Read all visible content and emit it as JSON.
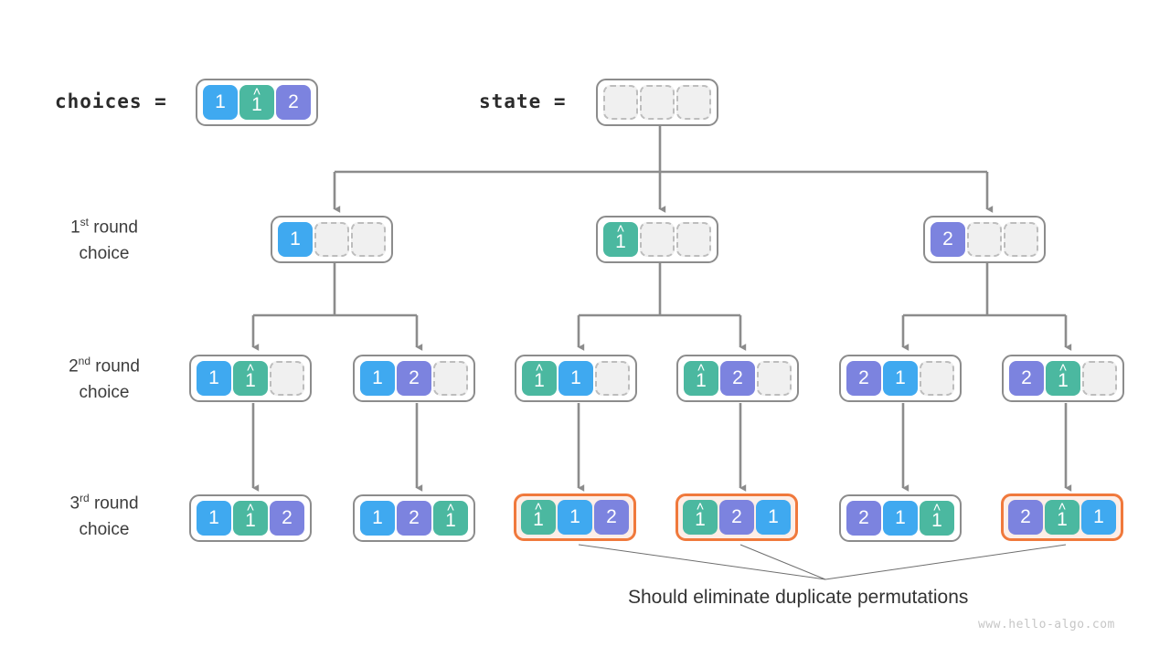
{
  "figure": {
    "watermark": "www.hello-algo.com",
    "annotation": "Should eliminate duplicate permutations",
    "colors": {
      "blue": "#3fa9f0",
      "green": "#4bb8a0",
      "purple": "#7c83df",
      "empty_fill": "#f0f0f0",
      "empty_border": "#bdbdbd",
      "node_border": "#8c8c8c",
      "highlight_border": "#f0793c",
      "highlight_fill": "#fdeee7",
      "arrow": "#8c8c8c",
      "callout_line": "#8c8c8c"
    }
  },
  "header": {
    "choices_label": "choices =",
    "state_label": "state =",
    "choices_cells": [
      {
        "text": "1",
        "color": "blue",
        "hat": false
      },
      {
        "text": "1",
        "color": "green",
        "hat": true
      },
      {
        "text": "2",
        "color": "purple",
        "hat": false
      }
    ],
    "state_cells": [
      {
        "text": "",
        "color": "empty",
        "hat": false
      },
      {
        "text": "",
        "color": "empty",
        "hat": false
      },
      {
        "text": "",
        "color": "empty",
        "hat": false
      }
    ]
  },
  "rows": [
    {
      "caption_main": "1",
      "caption_ordinal": "st",
      "caption_rest": " round",
      "caption_line2": "choice"
    },
    {
      "caption_main": "2",
      "caption_ordinal": "nd",
      "caption_rest": " round",
      "caption_line2": "choice"
    },
    {
      "caption_main": "3",
      "caption_ordinal": "rd",
      "caption_rest": " round",
      "caption_line2": "choice"
    }
  ],
  "level1": [
    {
      "highlight": false,
      "cells": [
        {
          "text": "1",
          "color": "blue",
          "hat": false
        },
        {
          "text": "",
          "color": "empty",
          "hat": false
        },
        {
          "text": "",
          "color": "empty",
          "hat": false
        }
      ]
    },
    {
      "highlight": false,
      "cells": [
        {
          "text": "1",
          "color": "green",
          "hat": true
        },
        {
          "text": "",
          "color": "empty",
          "hat": false
        },
        {
          "text": "",
          "color": "empty",
          "hat": false
        }
      ]
    },
    {
      "highlight": false,
      "cells": [
        {
          "text": "2",
          "color": "purple",
          "hat": false
        },
        {
          "text": "",
          "color": "empty",
          "hat": false
        },
        {
          "text": "",
          "color": "empty",
          "hat": false
        }
      ]
    }
  ],
  "level2": [
    {
      "highlight": false,
      "cells": [
        {
          "text": "1",
          "color": "blue",
          "hat": false
        },
        {
          "text": "1",
          "color": "green",
          "hat": true
        },
        {
          "text": "",
          "color": "empty",
          "hat": false
        }
      ]
    },
    {
      "highlight": false,
      "cells": [
        {
          "text": "1",
          "color": "blue",
          "hat": false
        },
        {
          "text": "2",
          "color": "purple",
          "hat": false
        },
        {
          "text": "",
          "color": "empty",
          "hat": false
        }
      ]
    },
    {
      "highlight": false,
      "cells": [
        {
          "text": "1",
          "color": "green",
          "hat": true
        },
        {
          "text": "1",
          "color": "blue",
          "hat": false
        },
        {
          "text": "",
          "color": "empty",
          "hat": false
        }
      ]
    },
    {
      "highlight": false,
      "cells": [
        {
          "text": "1",
          "color": "green",
          "hat": true
        },
        {
          "text": "2",
          "color": "purple",
          "hat": false
        },
        {
          "text": "",
          "color": "empty",
          "hat": false
        }
      ]
    },
    {
      "highlight": false,
      "cells": [
        {
          "text": "2",
          "color": "purple",
          "hat": false
        },
        {
          "text": "1",
          "color": "blue",
          "hat": false
        },
        {
          "text": "",
          "color": "empty",
          "hat": false
        }
      ]
    },
    {
      "highlight": false,
      "cells": [
        {
          "text": "2",
          "color": "purple",
          "hat": false
        },
        {
          "text": "1",
          "color": "green",
          "hat": true
        },
        {
          "text": "",
          "color": "empty",
          "hat": false
        }
      ]
    }
  ],
  "level3": [
    {
      "highlight": false,
      "cells": [
        {
          "text": "1",
          "color": "blue",
          "hat": false
        },
        {
          "text": "1",
          "color": "green",
          "hat": true
        },
        {
          "text": "2",
          "color": "purple",
          "hat": false
        }
      ]
    },
    {
      "highlight": false,
      "cells": [
        {
          "text": "1",
          "color": "blue",
          "hat": false
        },
        {
          "text": "2",
          "color": "purple",
          "hat": false
        },
        {
          "text": "1",
          "color": "green",
          "hat": true
        }
      ]
    },
    {
      "highlight": true,
      "cells": [
        {
          "text": "1",
          "color": "green",
          "hat": true
        },
        {
          "text": "1",
          "color": "blue",
          "hat": false
        },
        {
          "text": "2",
          "color": "purple",
          "hat": false
        }
      ]
    },
    {
      "highlight": true,
      "cells": [
        {
          "text": "1",
          "color": "green",
          "hat": true
        },
        {
          "text": "2",
          "color": "purple",
          "hat": false
        },
        {
          "text": "1",
          "color": "blue",
          "hat": false
        }
      ]
    },
    {
      "highlight": false,
      "cells": [
        {
          "text": "2",
          "color": "purple",
          "hat": false
        },
        {
          "text": "1",
          "color": "blue",
          "hat": false
        },
        {
          "text": "1",
          "color": "green",
          "hat": true
        }
      ]
    },
    {
      "highlight": true,
      "cells": [
        {
          "text": "2",
          "color": "purple",
          "hat": false
        },
        {
          "text": "1",
          "color": "green",
          "hat": true
        },
        {
          "text": "1",
          "color": "blue",
          "hat": false
        }
      ]
    }
  ]
}
